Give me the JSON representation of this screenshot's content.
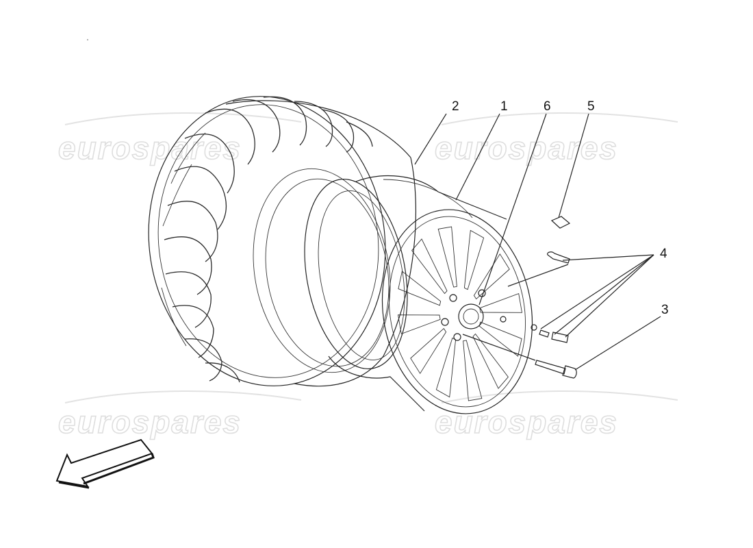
{
  "watermark": {
    "text": "eurospares"
  },
  "callouts": {
    "c1": "1",
    "c2": "2",
    "c3": "3",
    "c4": "4",
    "c5": "5",
    "c6": "6"
  },
  "direction_arrow": {
    "icon": "direction-arrow-icon"
  }
}
